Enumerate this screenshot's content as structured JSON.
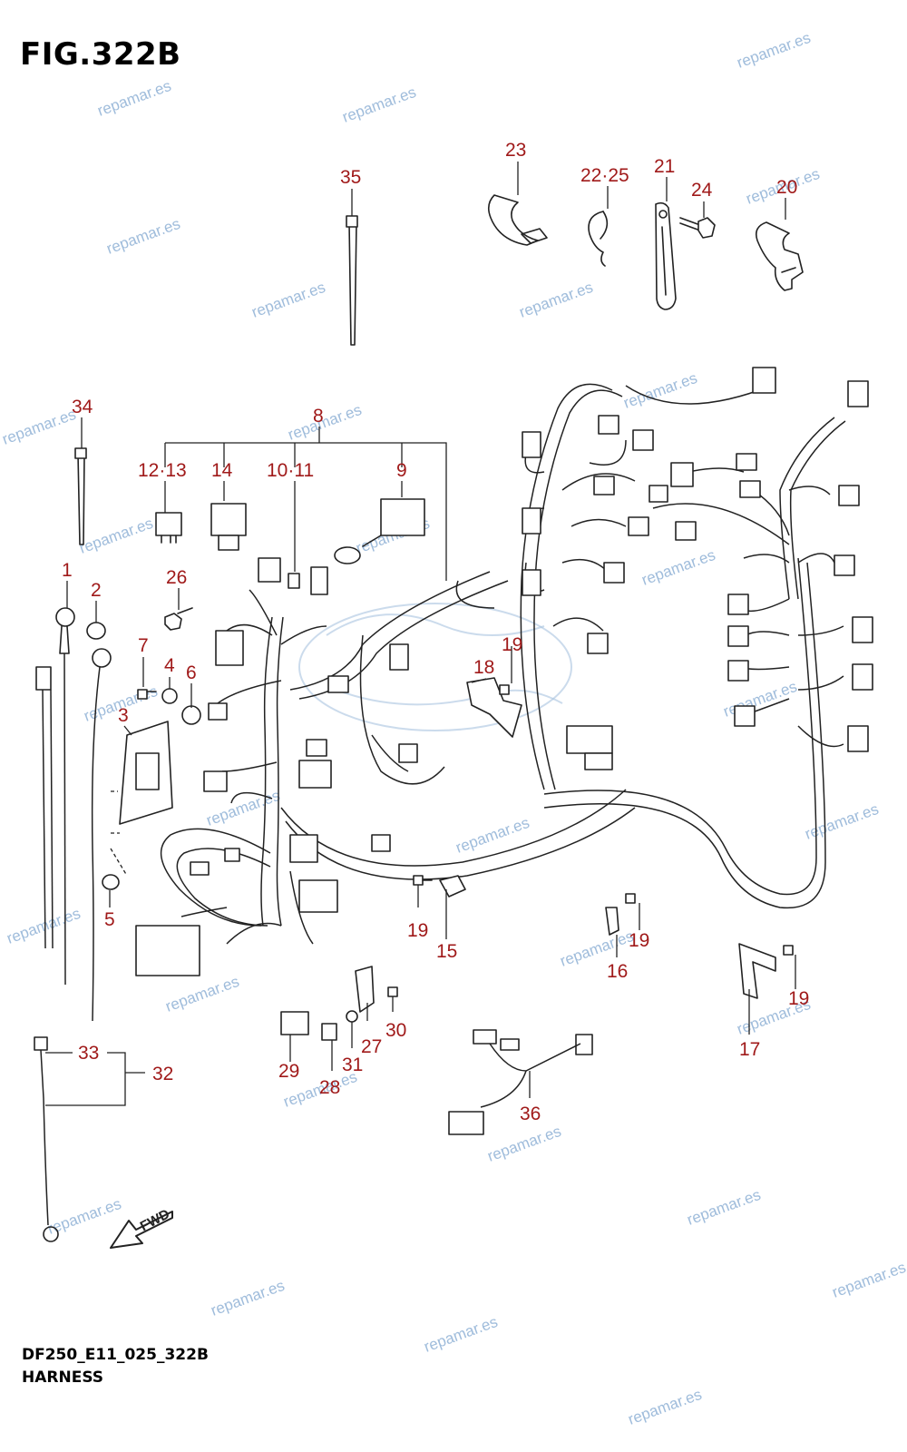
{
  "figure": {
    "title": "FIG.322B",
    "model_code": "DF250_E11_025_322B",
    "name": "HARNESS"
  },
  "watermark": "repamar.es",
  "fwd_label": "FWD",
  "colors": {
    "callout": "#a01a1a",
    "watermark": "#7fa6d0",
    "line": "#222222"
  },
  "callouts": [
    "23",
    "22·25",
    "21",
    "24",
    "20",
    "35",
    "34",
    "8",
    "12·13",
    "14",
    "10·11",
    "9",
    "1",
    "2",
    "26",
    "7",
    "4",
    "6",
    "3",
    "5",
    "19",
    "18",
    "19",
    "15",
    "19",
    "16",
    "19",
    "17",
    "33",
    "32",
    "29",
    "28",
    "31",
    "27",
    "30",
    "36"
  ]
}
